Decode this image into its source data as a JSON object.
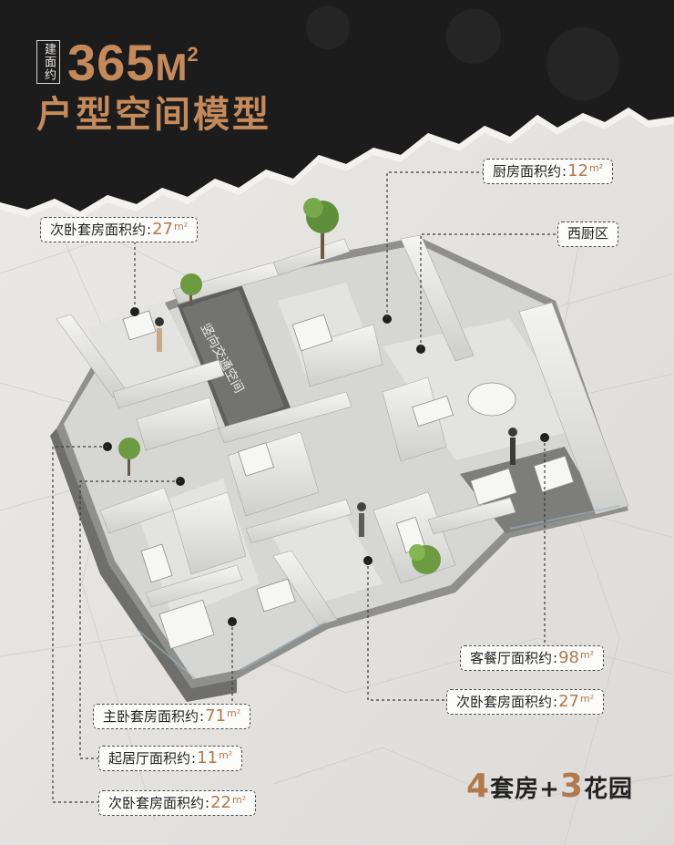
{
  "header": {
    "badge": "建面约",
    "area_value": "365",
    "area_unit": "M",
    "area_sup": "2",
    "title": "户型空间模型"
  },
  "model": {
    "central_label": "竖向交通空间"
  },
  "labels": {
    "kitchen": {
      "name": "厨房面积约",
      "value": "12",
      "unit": "m²"
    },
    "west_kitchen": {
      "name": "西厨区"
    },
    "second_suite_top": {
      "name": "次卧套房面积约",
      "value": "27",
      "unit": "m²"
    },
    "living_dining": {
      "name": "客餐厅面积约",
      "value": "98",
      "unit": "m²"
    },
    "second_suite_bottom": {
      "name": "次卧套房面积约",
      "value": "27",
      "unit": "m²"
    },
    "master_suite": {
      "name": "主卧套房面积约",
      "value": "71",
      "unit": "m²"
    },
    "lounge": {
      "name": "起居厅面积约",
      "value": "11",
      "unit": "m²"
    },
    "third_suite": {
      "name": "次卧套房面积约",
      "value": "22",
      "unit": "m²"
    }
  },
  "tagline": {
    "n1": "4",
    "t1": "套房",
    "plus": "+",
    "n2": "3",
    "t2": "花园"
  },
  "colors": {
    "accent": "#b2794c",
    "header_bg": "#1b1b1b",
    "paper": "#e6e5e2"
  }
}
